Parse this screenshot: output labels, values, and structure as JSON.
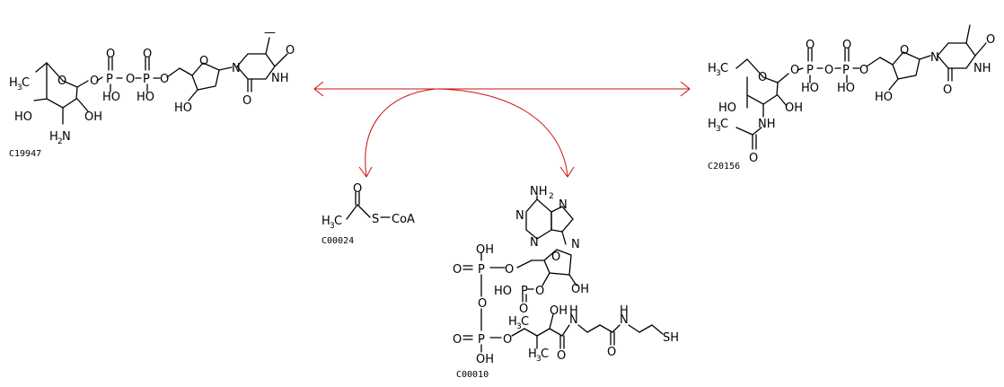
{
  "compounds": {
    "left": {
      "id": "C19947"
    },
    "right": {
      "id": "C20156"
    },
    "acetyl_coa": {
      "id": "C00024",
      "group": "CoA"
    },
    "coa": {
      "id": "C00010"
    }
  },
  "atoms": {
    "O": "O",
    "OH": "OH",
    "HO": "HO",
    "P": "P",
    "N": "N",
    "NH": "NH",
    "S": "S",
    "SH": "SH",
    "H": "H",
    "NH2": "NH",
    "H2": "H",
    "sub2": "2",
    "sub3": "3",
    "C": "C"
  },
  "colors": {
    "arrow": "#cc1111",
    "structure": "#000000"
  }
}
